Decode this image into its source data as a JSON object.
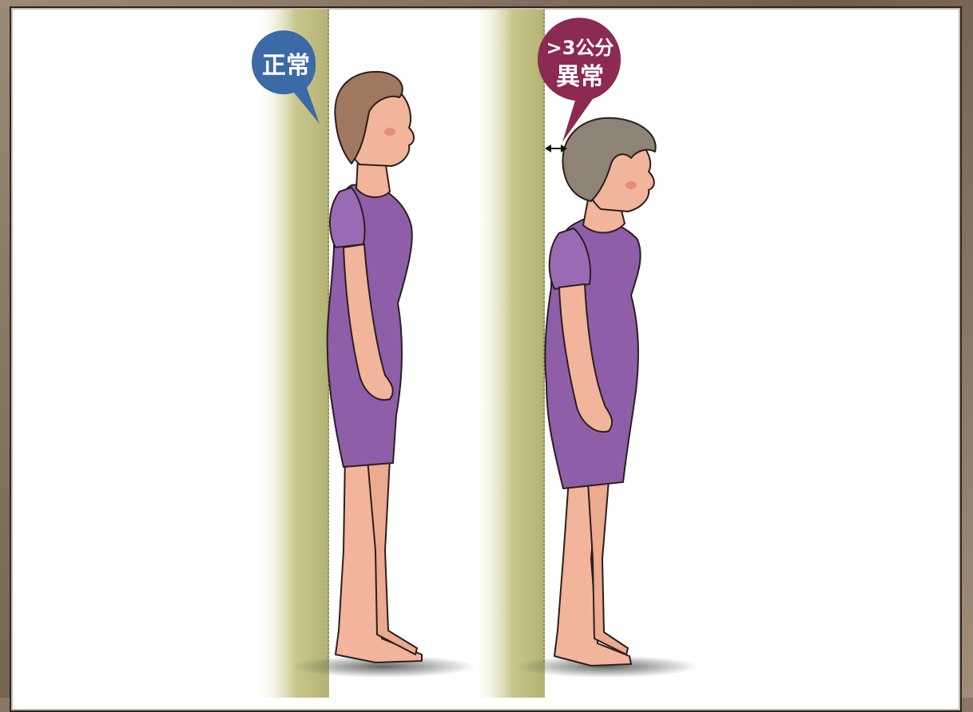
{
  "labels": {
    "normal": "正常",
    "abnormal_distance": ">3公分",
    "abnormal": "異常"
  },
  "colors": {
    "normal_bubble": "#3b6aa6",
    "abnormal_bubble": "#8b2a52",
    "wall": "#b9b878",
    "outfit": "#8e5fa8",
    "skin": "#f2b49a"
  }
}
